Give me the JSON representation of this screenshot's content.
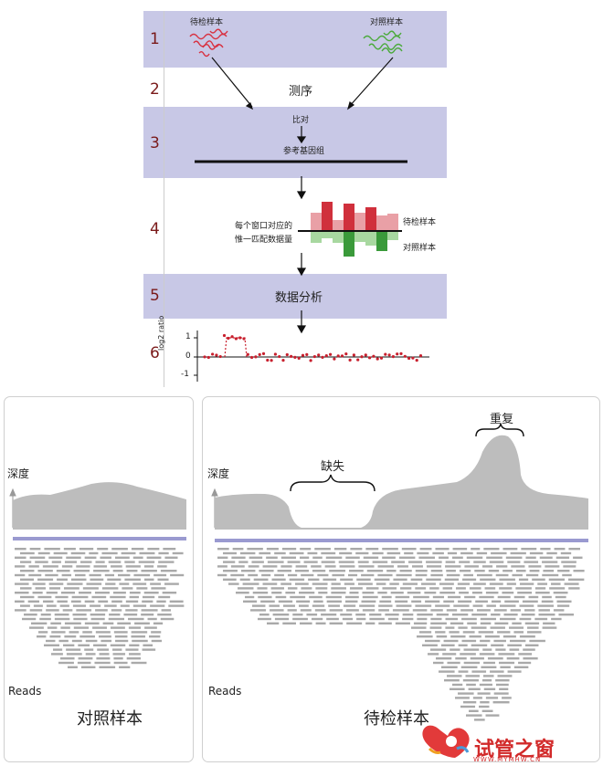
{
  "workflow": {
    "steps": [
      "1",
      "2",
      "3",
      "4",
      "5",
      "6"
    ],
    "test_sample": "待检样本",
    "control_sample": "对照样本",
    "sequencing": "测序",
    "align": "比对",
    "reference": "参考基因组",
    "window_label_line1": "每个窗口对应的",
    "window_label_line2": "惟一匹配数据量",
    "bar_test_label": "待检样本",
    "bar_control_label": "对照样本",
    "analysis": "数据分析",
    "ylabel": "log2 ratio",
    "yticks": [
      "1",
      "0",
      "-1"
    ]
  },
  "panels": {
    "control": {
      "depth": "深度",
      "reads": "Reads",
      "title": "对照样本"
    },
    "test": {
      "depth": "深度",
      "reads": "Reads",
      "title": "待检样本",
      "deletion": "缺失",
      "duplication": "重复"
    }
  },
  "colors": {
    "band": "#c8c8e6",
    "red": "#d0303c",
    "green": "#3a9a3a",
    "gray": "#bdbdbd",
    "refline": "#9a9ad0"
  },
  "watermark": {
    "text": "试管之窗",
    "url": "WWW.MYMHW.CN"
  }
}
